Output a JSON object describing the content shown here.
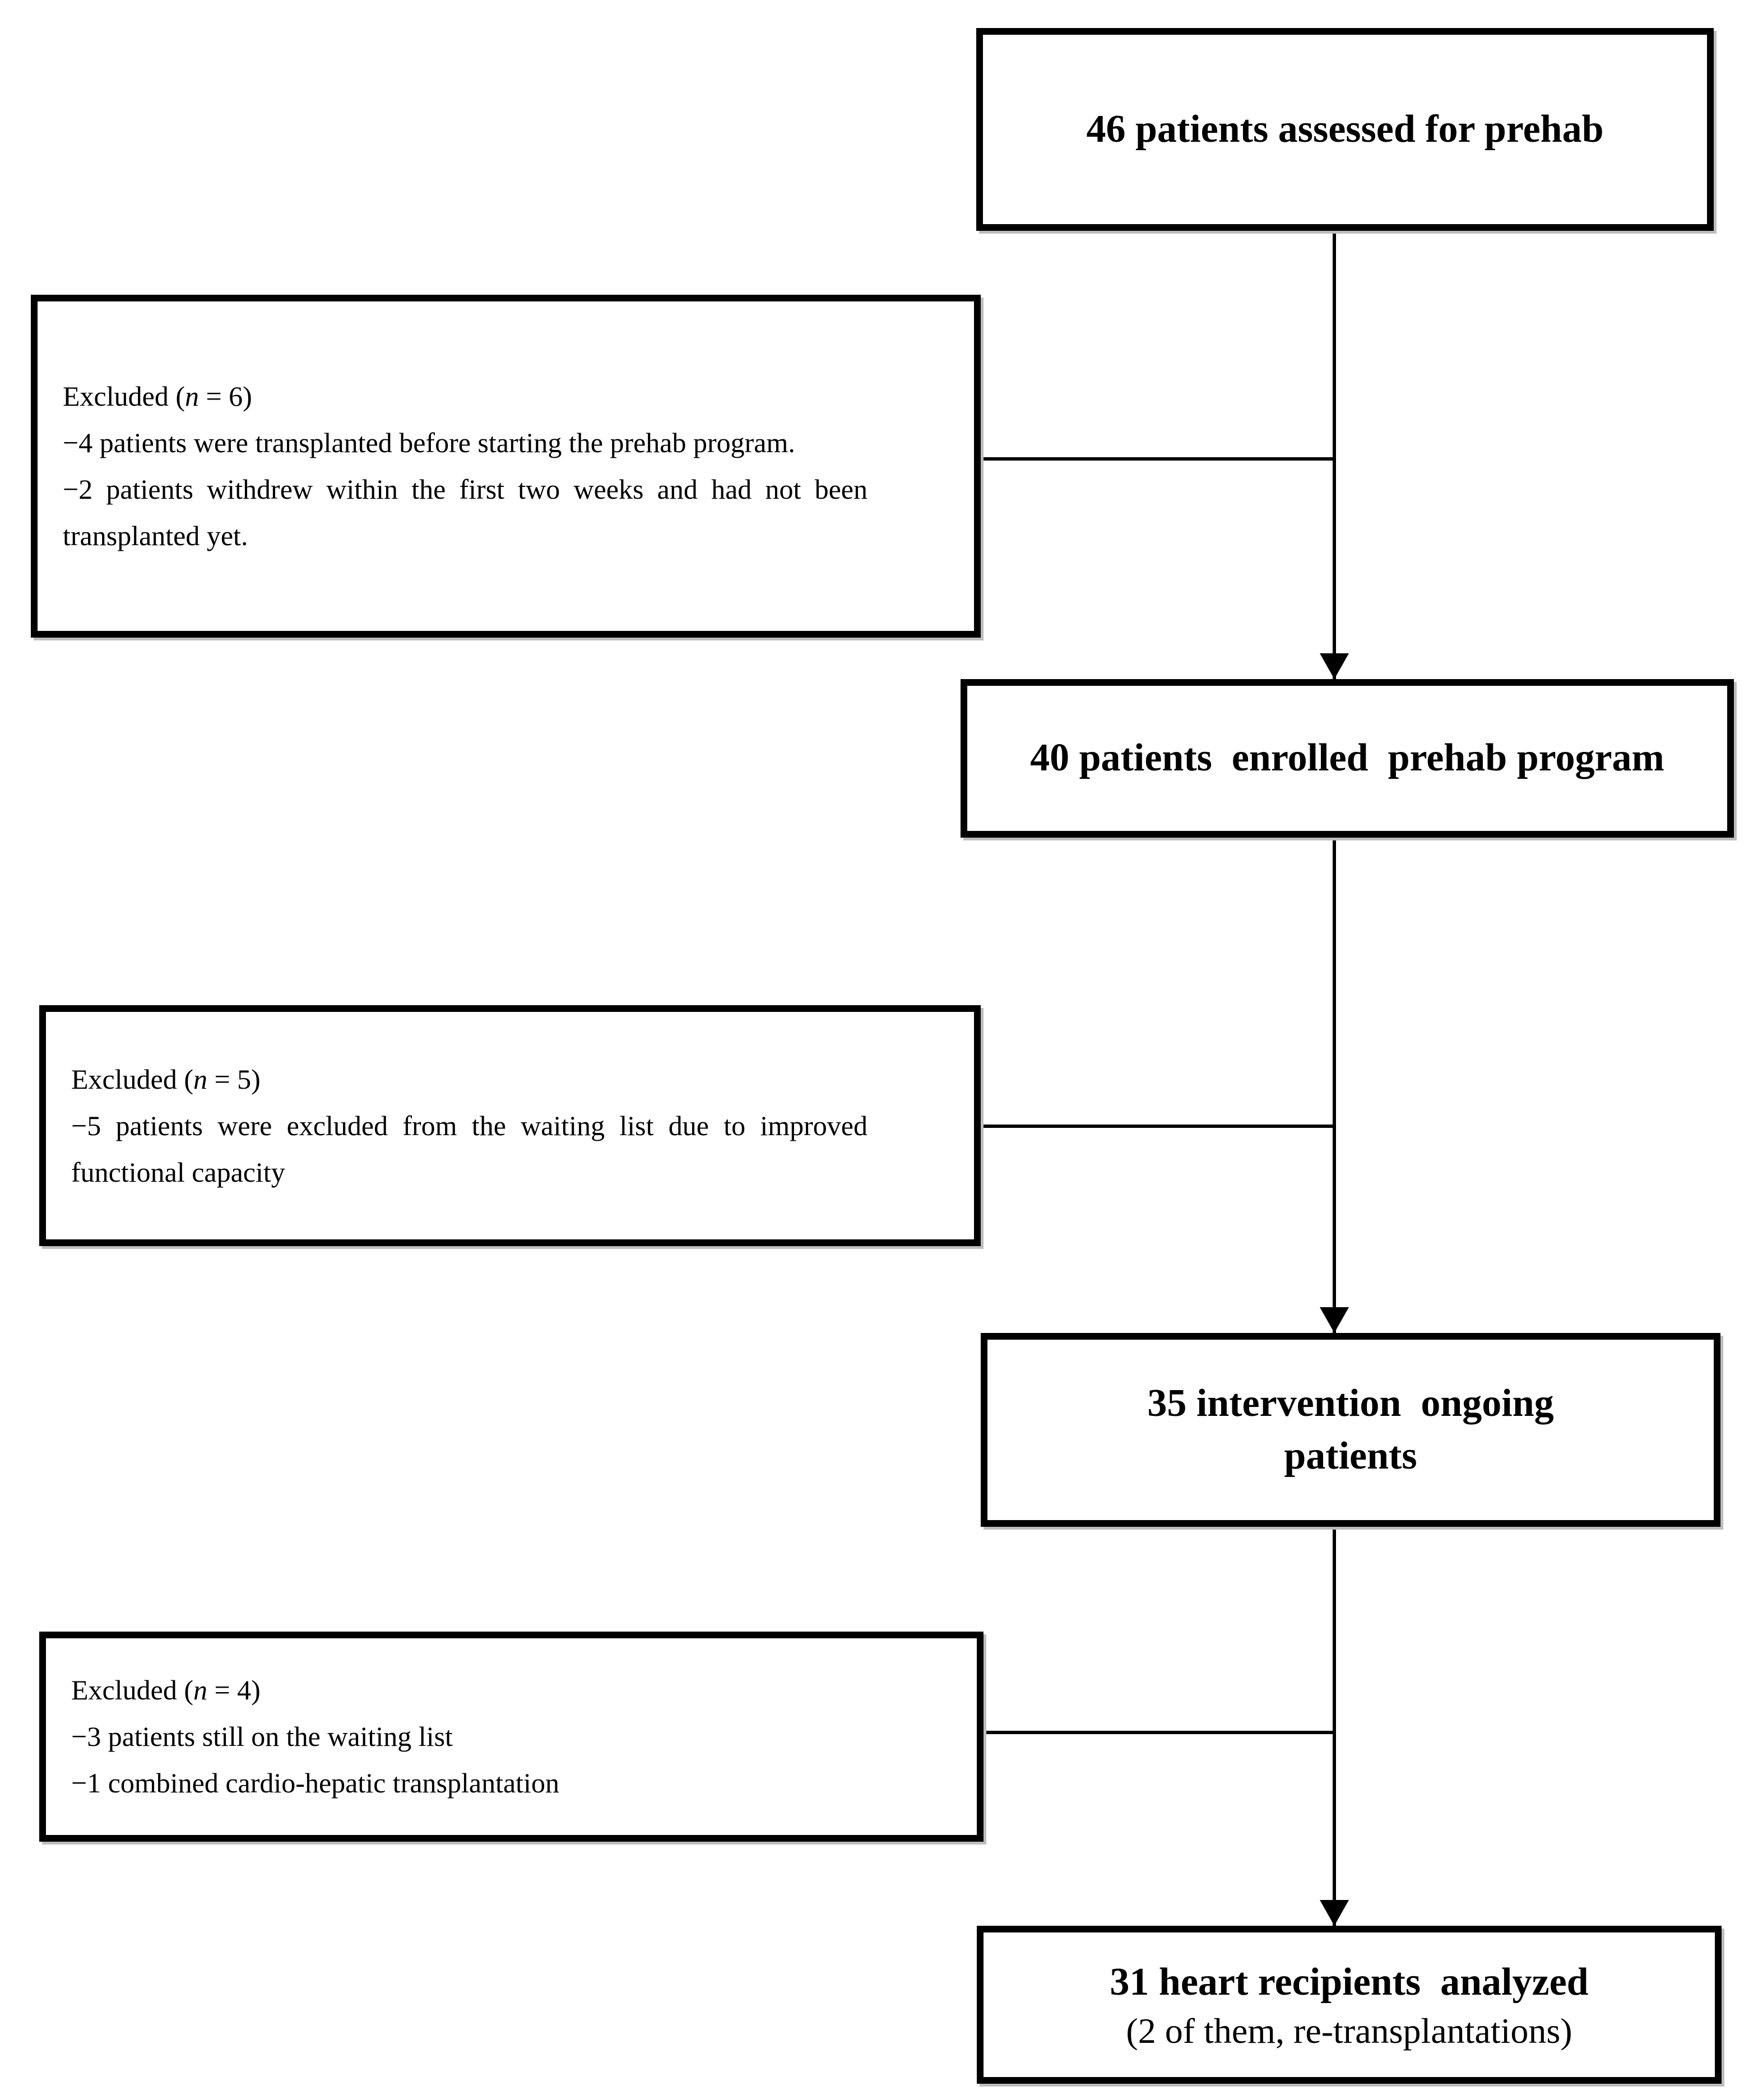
{
  "figure": {
    "background_color": "#ffffff",
    "line_color": "#000000",
    "kind": "patient-flow-diagram"
  },
  "flow": {
    "box_assessed": {
      "label": "46 patients assessed for prehab"
    },
    "box_enrolled": {
      "label": "40 patients  enrolled  prehab program"
    },
    "box_intervention": {
      "label": "35 intervention  ongoing\npatients"
    },
    "box_analyzed": {
      "label": "31 heart recipients  analyzed",
      "sublabel": "(2 of them, re-transplantations)"
    },
    "excluded_1": {
      "heading_prefix": "Excluded (",
      "heading_var": "n",
      "heading_suffix": " = 6)",
      "items": [
        "−4 patients were transplanted before starting the prehab program.",
        "−2 patients withdrew within the first two weeks and had not been transplanted yet."
      ]
    },
    "excluded_2": {
      "heading_prefix": "Excluded (",
      "heading_var": "n",
      "heading_suffix": " = 5)",
      "items": [
        "−5 patients were excluded from the waiting list due to improved functional capacity"
      ]
    },
    "excluded_3": {
      "heading_prefix": "Excluded (",
      "heading_var": "n",
      "heading_suffix": " = 4)",
      "items": [
        "−3 patients still on the waiting list",
        "−1 combined cardio-hepatic transplantation"
      ]
    }
  }
}
